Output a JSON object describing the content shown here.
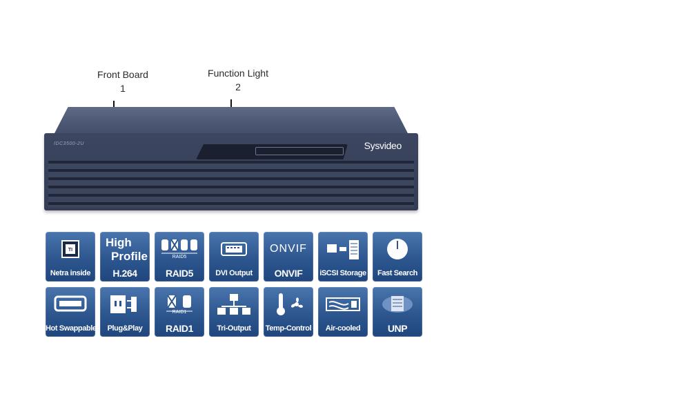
{
  "callouts": [
    {
      "title": "Front Board",
      "number": "1"
    },
    {
      "title": "Function Light",
      "number": "2"
    }
  ],
  "device": {
    "model_text": "IDC3500-2U",
    "brand": "Sysvideo"
  },
  "features": [
    {
      "label": "Netra inside",
      "icon": "chip-icon"
    },
    {
      "label_line1": "High",
      "label_line2": "Profile",
      "label": "H.264",
      "icon": "none"
    },
    {
      "label": "RAID5",
      "icon": "raid5-disks-icon",
      "sub": "RAID5"
    },
    {
      "label": "DVI Output",
      "icon": "dvi-port-icon"
    },
    {
      "label": "ONVIF",
      "icon": "onvif-logo-icon",
      "logo_text": "ONVIF"
    },
    {
      "label": "iSCSI Storage",
      "icon": "iscsi-storage-icon"
    },
    {
      "label": "Fast Search",
      "icon": "clock-icon"
    },
    {
      "label": "Hot Swappable",
      "icon": "disk-tray-icon"
    },
    {
      "label": "Plug&Play",
      "icon": "plug-icon"
    },
    {
      "label": "RAID1",
      "icon": "raid1-disks-icon",
      "sub": "RAID1"
    },
    {
      "label": "Tri-Output",
      "icon": "tri-output-icon"
    },
    {
      "label": "Temp-Control",
      "icon": "thermometer-fan-icon"
    },
    {
      "label": "Air-cooled",
      "icon": "air-duct-icon"
    },
    {
      "label": "UNP",
      "icon": "network-cube-icon"
    }
  ]
}
